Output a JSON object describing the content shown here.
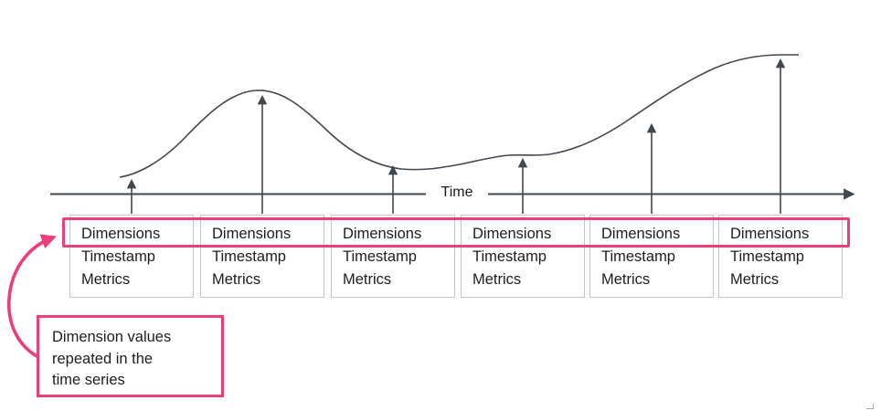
{
  "axis": {
    "label": "Time"
  },
  "records": [
    {
      "dimensions": "Dimensions",
      "timestamp": "Timestamp",
      "metrics": "Metrics"
    },
    {
      "dimensions": "Dimensions",
      "timestamp": "Timestamp",
      "metrics": "Metrics"
    },
    {
      "dimensions": "Dimensions",
      "timestamp": "Timestamp",
      "metrics": "Metrics"
    },
    {
      "dimensions": "Dimensions",
      "timestamp": "Timestamp",
      "metrics": "Metrics"
    },
    {
      "dimensions": "Dimensions",
      "timestamp": "Timestamp",
      "metrics": "Metrics"
    },
    {
      "dimensions": "Dimensions",
      "timestamp": "Timestamp",
      "metrics": "Metrics"
    }
  ],
  "callout": {
    "text": "Dimension values\nrepeated in the\ntime series"
  },
  "colors": {
    "highlight_pink": "#ed3e7c",
    "line_gray": "#40474f",
    "box_border_gray": "#c2c6ca",
    "text_dark": "#1d1d1f"
  }
}
